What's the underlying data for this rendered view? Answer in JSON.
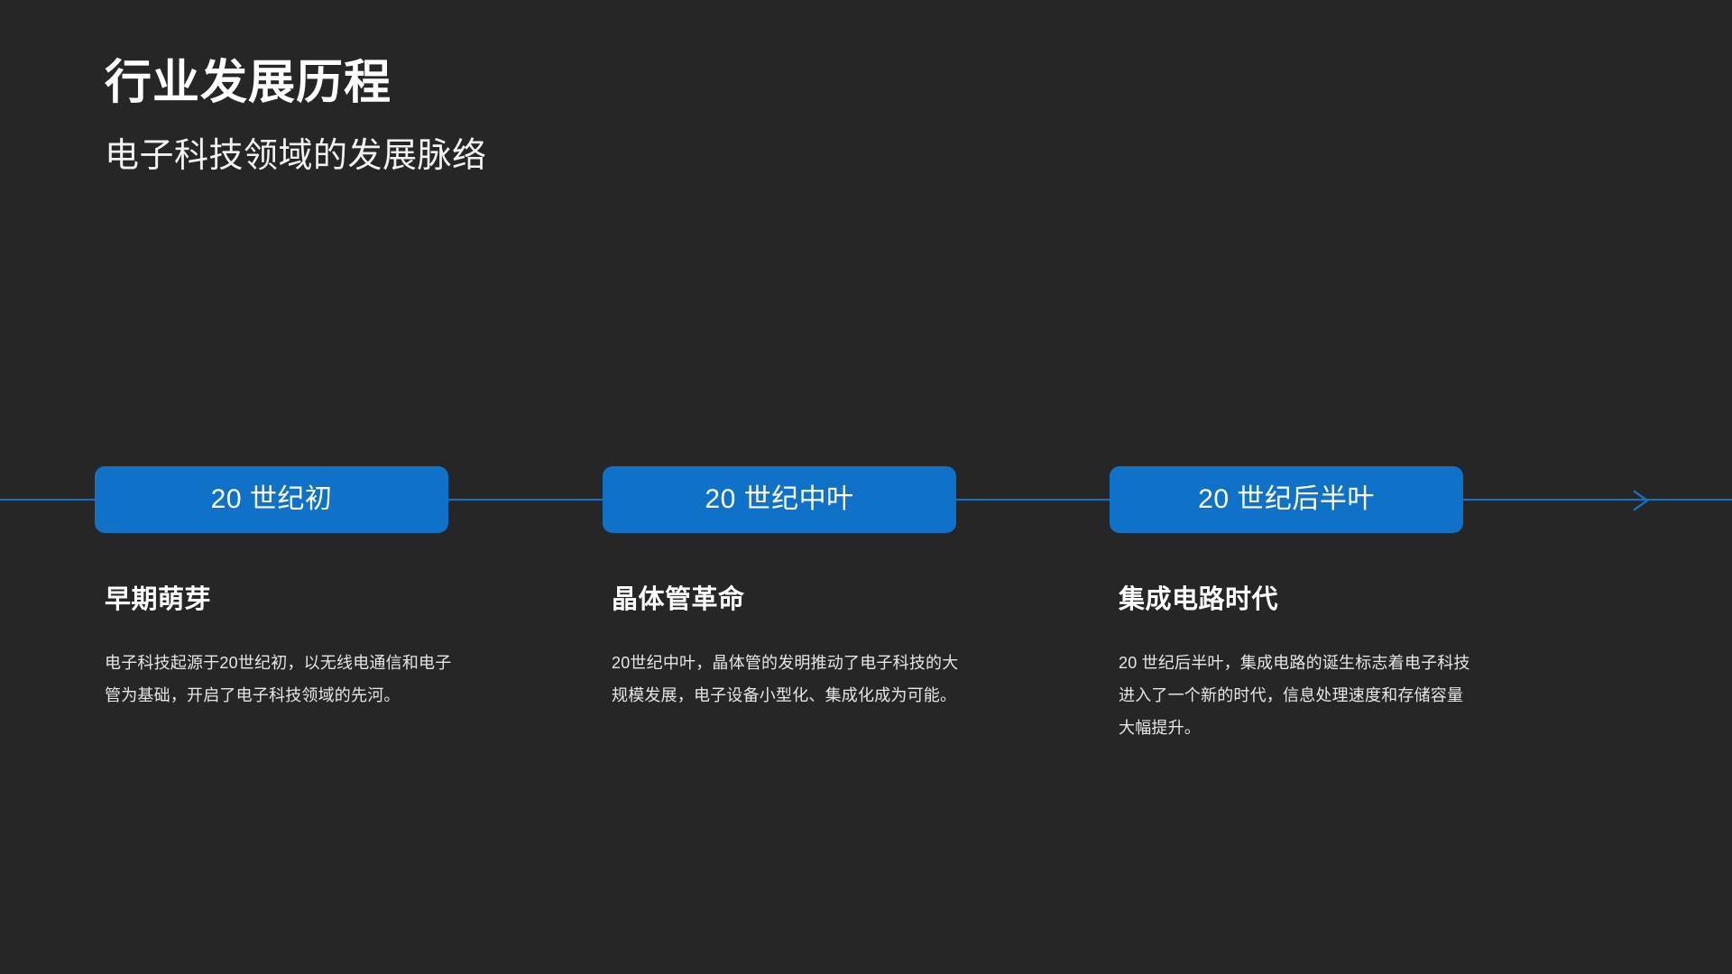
{
  "theme": {
    "background": "#262626",
    "accent": "#0f72c8",
    "axis_line": "#1072c4",
    "title_color": "#ffffff",
    "body_color": "#e6e6e6"
  },
  "header": {
    "title": "行业发展历程",
    "subtitle": "电子科技领域的发展脉络"
  },
  "timeline": {
    "arrow_icon": "arrow-right-icon",
    "periods": [
      {
        "label": "20 世纪初"
      },
      {
        "label": "20 世纪中叶"
      },
      {
        "label": "20 世纪后半叶"
      }
    ],
    "entries": [
      {
        "title": "早期萌芽",
        "body": "电子科技起源于20世纪初，以无线电通信和电子管为基础，开启了电子科技领域的先河。"
      },
      {
        "title": "晶体管革命",
        "body": "20世纪中叶，晶体管的发明推动了电子科技的大规模发展，电子设备小型化、集成化成为可能。"
      },
      {
        "title": "集成电路时代",
        "body": "20 世纪后半叶，集成电路的诞生标志着电子科技进入了一个新的时代，信息处理速度和存储容量大幅提升。"
      }
    ]
  }
}
